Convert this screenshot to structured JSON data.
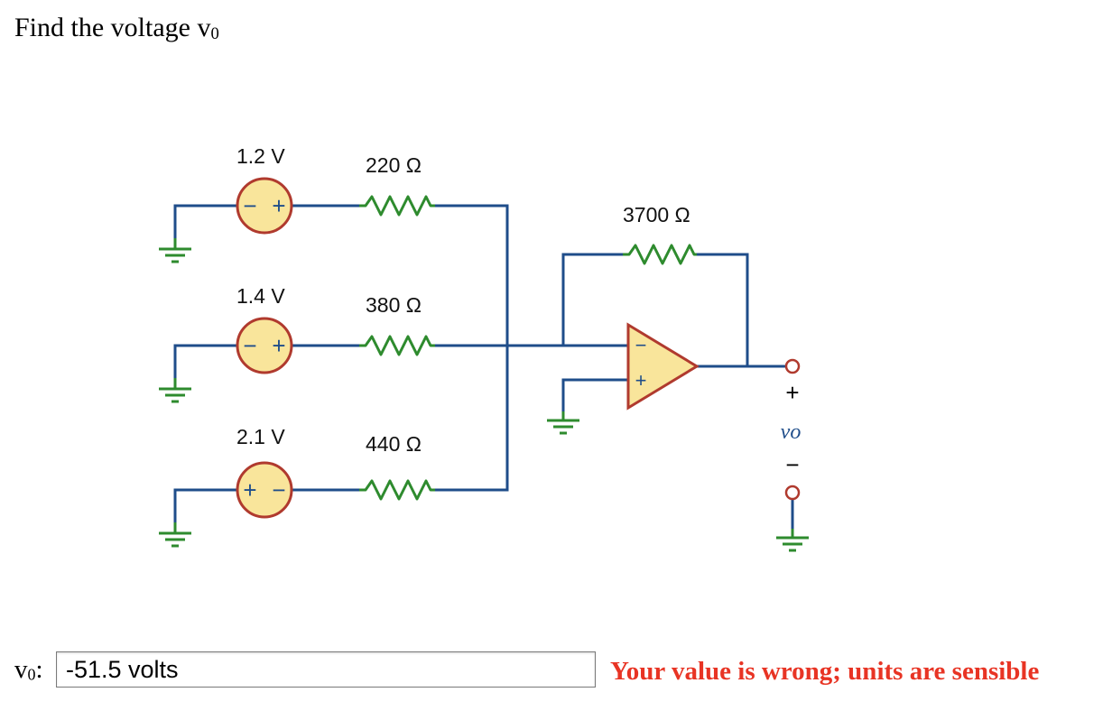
{
  "question": {
    "text": "Find the voltage v",
    "subscript": "0"
  },
  "circuit": {
    "sources": [
      {
        "voltage": "1.2 V",
        "left_sign": "−",
        "right_sign": "+"
      },
      {
        "voltage": "1.4 V",
        "left_sign": "−",
        "right_sign": "+"
      },
      {
        "voltage": "2.1 V",
        "left_sign": "+",
        "right_sign": "−"
      }
    ],
    "resistors": [
      "220 Ω",
      "380 Ω",
      "440 Ω"
    ],
    "feedback_resistor": "3700 Ω",
    "opamp": {
      "inverting_sign": "−",
      "noninverting_sign": "+"
    },
    "output": {
      "plus": "+",
      "label": "vo",
      "minus": "−"
    },
    "colors": {
      "wire": "#1f4d8a",
      "resistor": "#2e8b2e",
      "source_fill": "#f9e59b",
      "source_stroke": "#b03a2e",
      "ground": "#2e8b2e"
    }
  },
  "answer": {
    "label": "v",
    "label_subscript": "0",
    "suffix": ":",
    "value": "-51.5 volts"
  },
  "feedback": {
    "text": "Your value is wrong; units are sensible",
    "color": "#e83424"
  }
}
